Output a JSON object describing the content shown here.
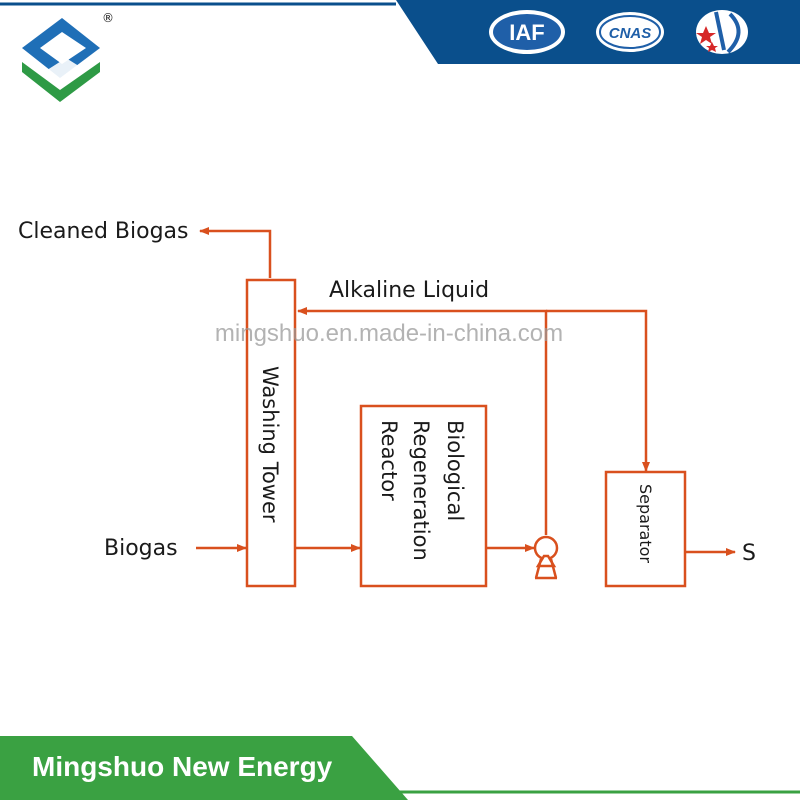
{
  "header": {
    "brand_color": "#0a4f8c",
    "logo_icon": "mingshuo-logo-icon",
    "registered_mark": "®",
    "badges": [
      {
        "name": "iaf-badge",
        "text": "IAF"
      },
      {
        "name": "cnas-badge",
        "text": "CNAS"
      },
      {
        "name": "certification-mark-icon",
        "text": ""
      }
    ]
  },
  "diagram": {
    "line_color": "#d9501e",
    "labels": {
      "cleaned_biogas": "Cleaned Biogas",
      "alkaline_liquid": "Alkaline Liquid",
      "biogas": "Biogas",
      "s_output": "S"
    },
    "nodes": {
      "washing_tower": "Washing Tower",
      "reactor_line1": "Biological",
      "reactor_line2": "Regeneration",
      "reactor_line3": "Reactor",
      "separator": "Separator"
    },
    "pump_icon": "pump-icon"
  },
  "watermark": "mingshuo.en.made-in-china.com",
  "footer": {
    "title": "Mingshuo New Energy",
    "accent_color": "#3aa142"
  }
}
